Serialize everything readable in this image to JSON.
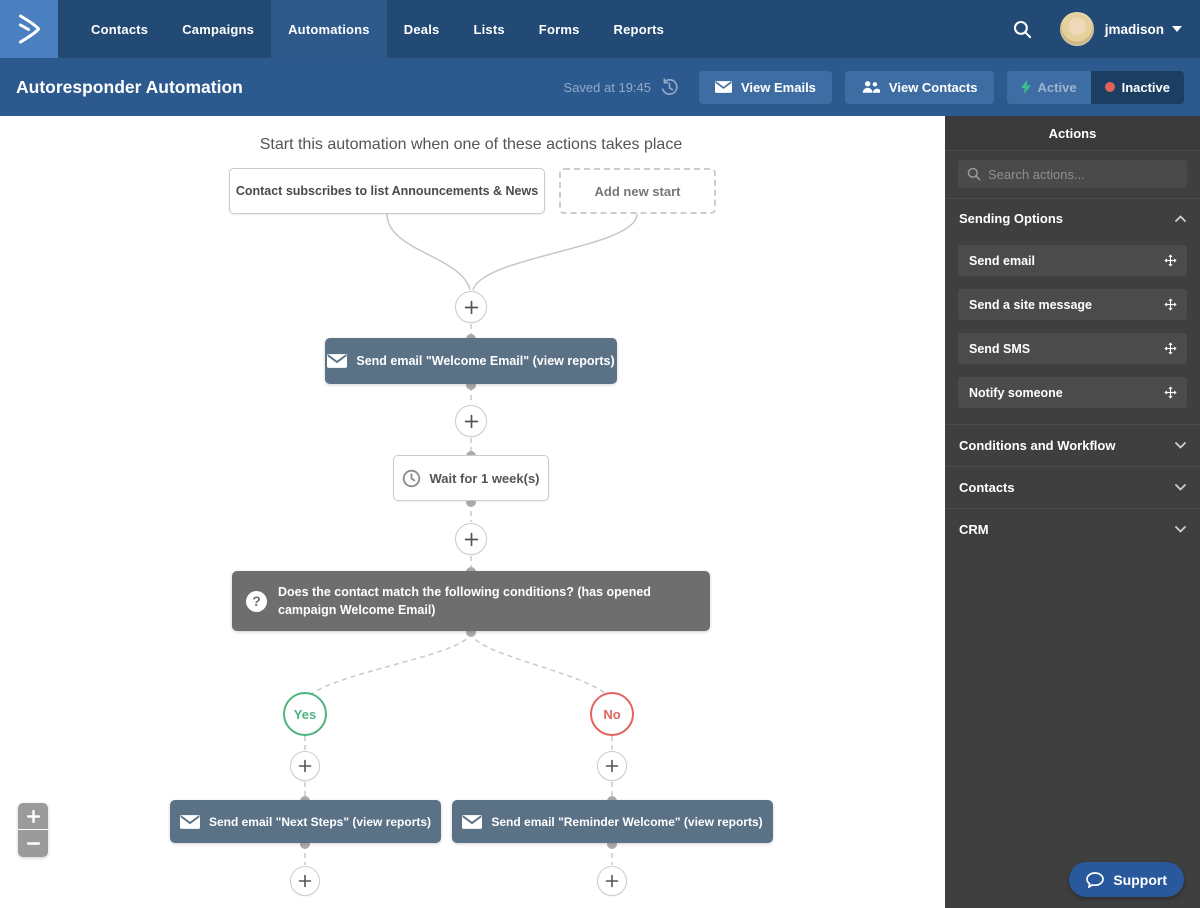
{
  "colors": {
    "topnav_bg": "#224a74",
    "topnav_active_bg": "#2d598b",
    "logo_bg": "#4a80c0",
    "subheader_bg": "#2d5a8e",
    "header_button_bg": "#3e6da4",
    "inactive_bg": "#1c3e63",
    "inactive_dot": "#e06158",
    "active_icon_green": "#3dbd8a",
    "saved_text": "#93abc9",
    "email_node_bg": "#5b7186",
    "condition_node_bg": "#6e6e6e",
    "yes_green": "#4db380",
    "no_red": "#e2635c",
    "sidebar_bg": "#3f3f3f",
    "sidebar_card_bg": "#4b4b4b",
    "support_bg": "#29599c"
  },
  "nav": {
    "items": [
      {
        "label": "Contacts"
      },
      {
        "label": "Campaigns"
      },
      {
        "label": "Automations",
        "active": true
      },
      {
        "label": "Deals"
      },
      {
        "label": "Lists"
      },
      {
        "label": "Forms"
      },
      {
        "label": "Reports"
      }
    ],
    "user": "jmadison"
  },
  "header": {
    "title": "Autoresponder Automation",
    "saved_status": "Saved at 19:45",
    "view_emails": "View Emails",
    "view_contacts": "View Contacts",
    "active_label": "Active",
    "inactive_label": "Inactive"
  },
  "canvas": {
    "start_heading": "Start this automation when one of these actions takes place",
    "trigger_label": "Contact subscribes to list Announcements & News",
    "add_new_start": "Add new start",
    "nodes": {
      "email_welcome": "Send email \"Welcome Email\" (view reports)",
      "wait": "Wait for 1 week(s)",
      "condition": "Does the contact match the following conditions? (has opened campaign Welcome Email)",
      "yes": "Yes",
      "no": "No",
      "email_next_steps": "Send email \"Next Steps\" (view reports)",
      "email_reminder": "Send email \"Reminder Welcome\" (view reports)"
    }
  },
  "icons": {
    "question_mark": "?"
  },
  "sidebar": {
    "title": "Actions",
    "search_placeholder": "Search actions...",
    "sections": [
      {
        "label": "Sending Options",
        "expanded": true,
        "items": [
          {
            "label": "Send email"
          },
          {
            "label": "Send a site message"
          },
          {
            "label": "Send SMS"
          },
          {
            "label": "Notify someone"
          }
        ]
      },
      {
        "label": "Conditions and Workflow"
      },
      {
        "label": "Contacts"
      },
      {
        "label": "CRM"
      }
    ]
  },
  "support_label": "Support"
}
